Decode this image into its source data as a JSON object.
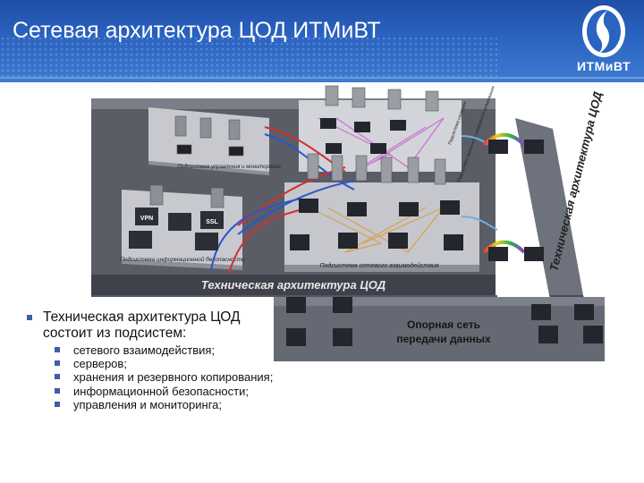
{
  "slide": {
    "title": "Сетевая архитектура ЦОД ИТМиВТ"
  },
  "logo": {
    "text": "ИТМиВТ"
  },
  "diagram": {
    "labels": {
      "management": "Подсистема управления и мониторинга",
      "security": "Подсистема информационной безопасности",
      "network": "Подсистема сетевого взаимодействия",
      "tech_arch": "Техническая архитектура ЦОД",
      "tech_arch_vertical": "Техническая архитектура ЦОД",
      "backbone_line1": "Опорная сеть",
      "backbone_line2": "передачи данных",
      "vpn": "VPN",
      "ssl": "SSL",
      "storage_small": "Подсистема хранения и резервного копирования",
      "servers_small": "Подсистема серверов"
    }
  },
  "bullets": {
    "main": "Техническая архитектура ЦОД состоит из подсистем:",
    "items": [
      "сетевого взаимодействия;",
      "серверов;",
      "хранения и резервного копирования;",
      "информационной безопасности;",
      "управления и мониторинга;"
    ]
  }
}
